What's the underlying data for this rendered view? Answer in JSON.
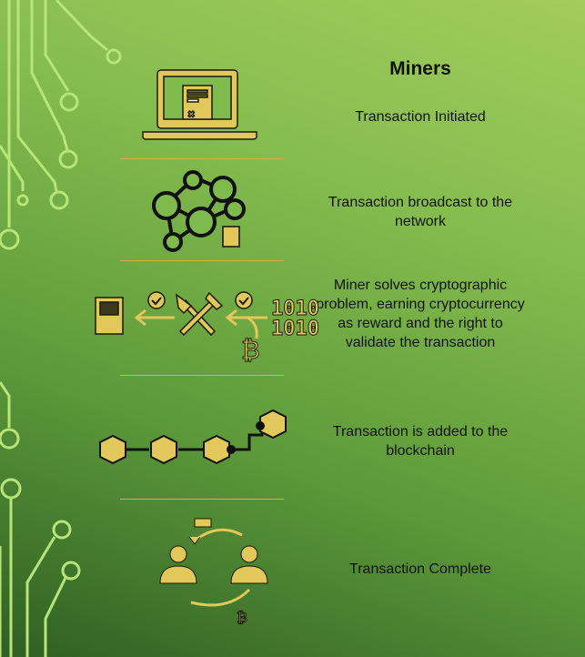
{
  "title": "Miners",
  "steps": [
    {
      "text": "Transaction Initiated",
      "icon": "laptop-document-icon"
    },
    {
      "text": "Transaction broadcast to the network",
      "icon": "network-icon"
    },
    {
      "text": "Miner solves cryptographic problem, earning cryptocurrency as reward and the right to validate the transaction",
      "icon": "mining-icon"
    },
    {
      "text": "Transaction is added to the blockchain",
      "icon": "blockchain-icon"
    },
    {
      "text": "Transaction Complete",
      "icon": "exchange-icon"
    }
  ],
  "binary": "1010",
  "bitcoin_symbol": "₿",
  "colors": {
    "icon": "#e2c85a",
    "outline": "#1a1a0a",
    "divider": "#d4b24a",
    "circuit": "#b8ea7a"
  }
}
